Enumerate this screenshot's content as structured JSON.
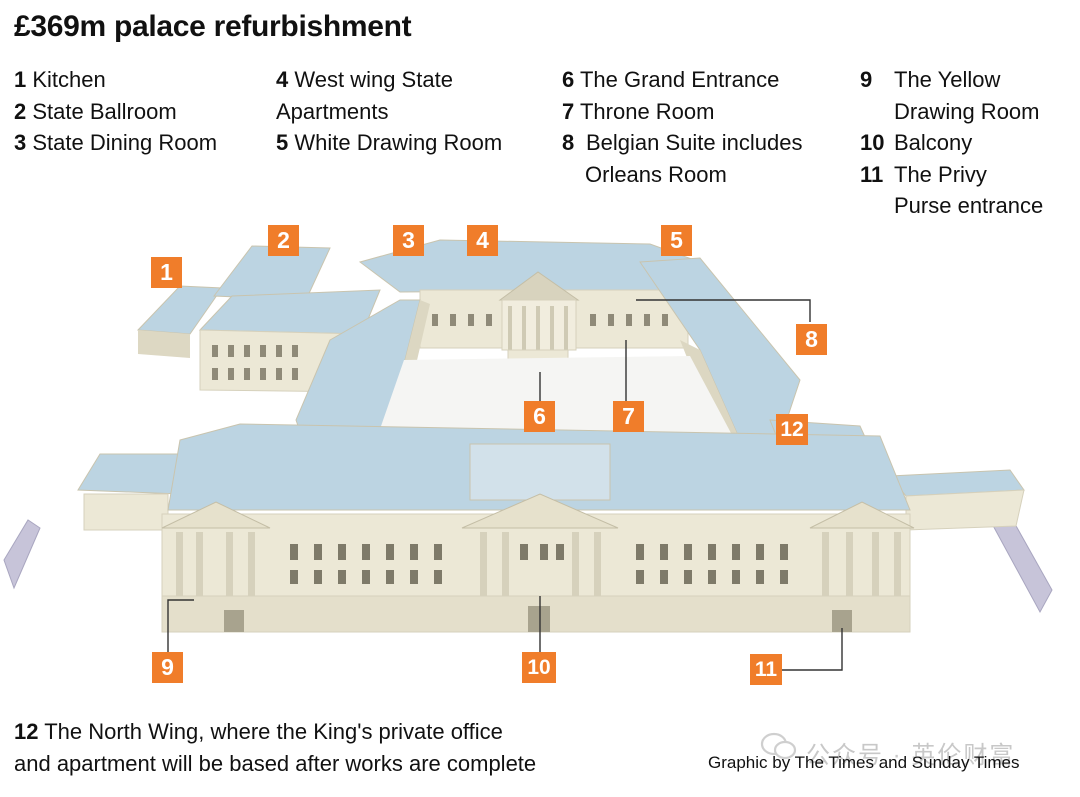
{
  "title": "£369m palace refurbishment",
  "legend": {
    "k1": {
      "num": "1",
      "label": "Kitchen"
    },
    "k2": {
      "num": "2",
      "label": "State Ballroom"
    },
    "k3": {
      "num": "3",
      "label": "State Dining Room"
    },
    "k4": {
      "num": "4",
      "label": "West wing State",
      "label2": "Apartments"
    },
    "k5": {
      "num": "5",
      "label": "White Drawing Room"
    },
    "k6": {
      "num": "6",
      "label": "The Grand Entrance"
    },
    "k7": {
      "num": "7",
      "label": "Throne Room"
    },
    "k8": {
      "num": "8",
      "label": "Belgian Suite includes",
      "label2": "Orleans Room"
    },
    "k9": {
      "num": "9",
      "label": "The Yellow",
      "label2": "Drawing Room"
    },
    "k10": {
      "num": "10",
      "label": "Balcony"
    },
    "k11": {
      "num": "11",
      "label": "The Privy",
      "label2": "Purse entrance"
    }
  },
  "markers": {
    "m1": "1",
    "m2": "2",
    "m3": "3",
    "m4": "4",
    "m5": "5",
    "m6": "6",
    "m7": "7",
    "m8": "8",
    "m9": "9",
    "m10": "10",
    "m11": "11",
    "m12": "12"
  },
  "footnote": {
    "num": "12",
    "line1": "The North Wing, where the King's private office",
    "line2": "and apartment will be based after works are complete"
  },
  "credit": "Graphic by The Times and Sunday Times",
  "watermark": "公众号 · 英伦财富",
  "colors": {
    "accent": "#f07d2a",
    "roof": "#bcd4e2",
    "stone": "#ece8d6",
    "stone_shade": "#d6d1bc"
  }
}
